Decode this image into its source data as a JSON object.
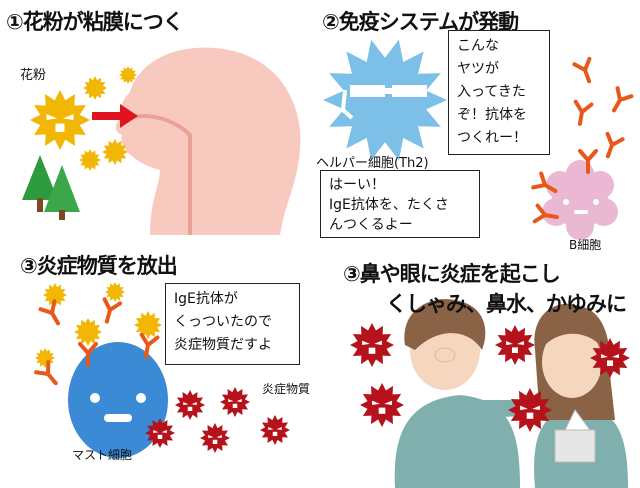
{
  "panel1": {
    "title": "①花粉が粘膜につく",
    "pollen_label": "花粉"
  },
  "panel2": {
    "title": "②免疫システムが発動",
    "helper_speech": "こんな\nヤツが\n入ってきた\nぞ！抗体を\nつくれー！",
    "helper_label": "ヘルパー細胞(Th2)",
    "bcell_speech": "はーい！\nIgE抗体を、たくさ\nんつくるよー",
    "bcell_label": "B細胞"
  },
  "panel3": {
    "title": "③炎症物質を放出",
    "mast_speech": "IgE抗体が\nくっついたので\n炎症物質だすよ",
    "inflammatory_label": "炎症物質",
    "mast_label": "マスト細胞"
  },
  "panel4": {
    "title_line1": "③鼻や眼に炎症を起こし",
    "title_line2": "くしゃみ、鼻水、かゆみに"
  },
  "colors": {
    "pollen": "#f2b705",
    "helper_cell": "#7cc0e8",
    "antibody": "#e8581a",
    "b_cell": "#eab8d2",
    "mast_cell": "#3a8ad6",
    "inflammatory": "#b5121b",
    "head": "#f7c9bf",
    "arrow": "#e0141e",
    "tree": "#2e9a3e"
  }
}
